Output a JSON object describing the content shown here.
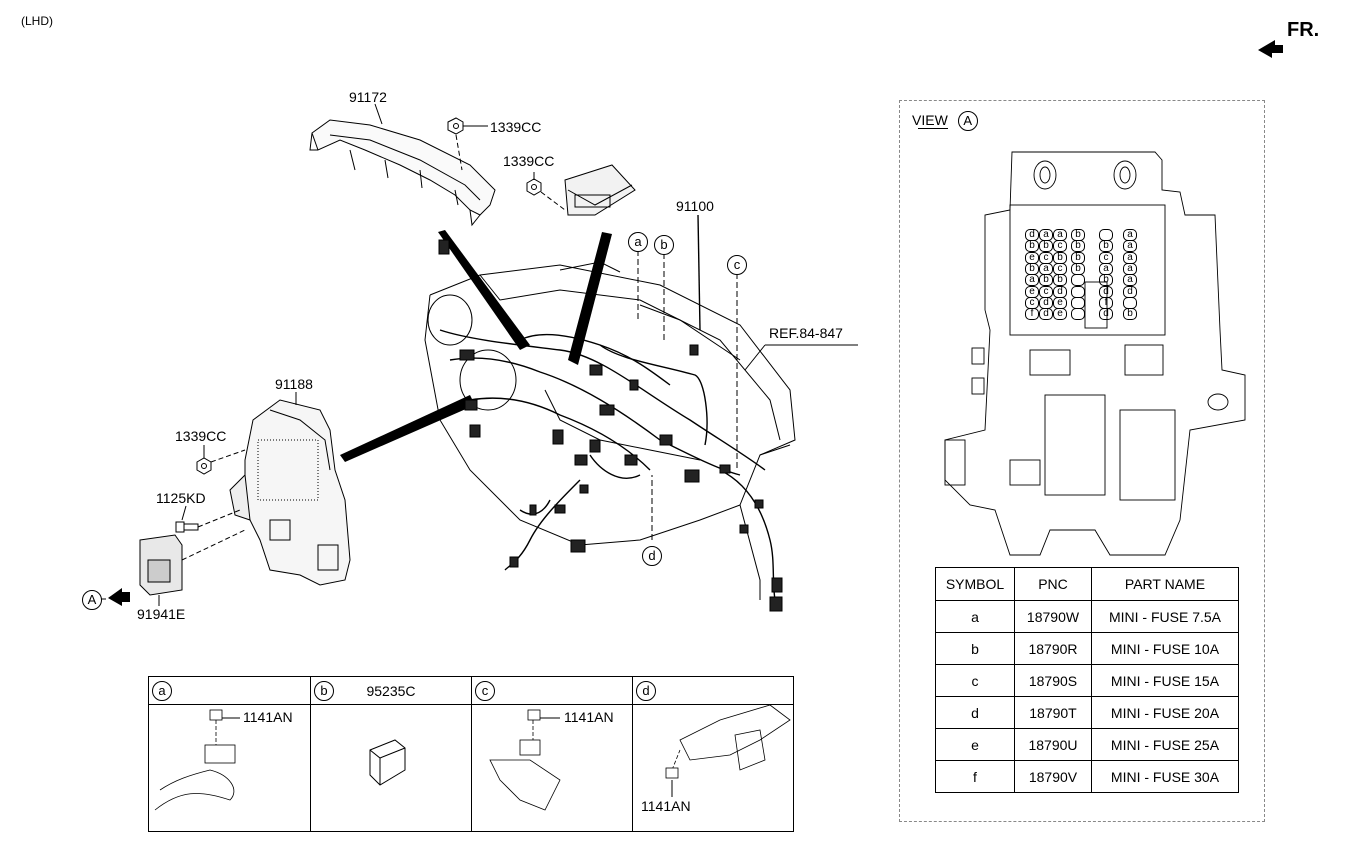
{
  "header": {
    "variant": "(LHD)",
    "direction": "FR."
  },
  "callouts": {
    "p91172": "91172",
    "p1339cc_top": "1339CC",
    "p1339cc_mid": "1339CC",
    "p91100": "91100",
    "ref": "REF.84-847",
    "p91188": "91188",
    "p1339cc_left": "1339CC",
    "p1125kd": "1125KD",
    "p91941e": "91941E",
    "view_marker": "A",
    "circle_a": "a",
    "circle_b": "b",
    "circle_c": "c",
    "circle_d": "d"
  },
  "view_panel": {
    "title": "VIEW",
    "marker": "A",
    "fuse_rows": [
      [
        "d",
        "a",
        "a",
        "b",
        "",
        "a"
      ],
      [
        "b",
        "b",
        "c",
        "b",
        "b",
        "a"
      ],
      [
        "e",
        "c",
        "b",
        "b",
        "c",
        "a"
      ],
      [
        "b",
        "a",
        "c",
        "b",
        "a",
        "a"
      ],
      [
        "a",
        "b",
        "b",
        "",
        "b",
        "a"
      ],
      [
        "e",
        "c",
        "d",
        "",
        "d",
        "d"
      ],
      [
        "c",
        "d",
        "e",
        "",
        "f",
        ""
      ],
      [
        "f",
        "d",
        "e",
        "",
        "d",
        "b"
      ]
    ],
    "table": {
      "headers": [
        "SYMBOL",
        "PNC",
        "PART NAME"
      ],
      "rows": [
        [
          "a",
          "18790W",
          "MINI - FUSE 7.5A"
        ],
        [
          "b",
          "18790R",
          "MINI - FUSE 10A"
        ],
        [
          "c",
          "18790S",
          "MINI - FUSE 15A"
        ],
        [
          "d",
          "18790T",
          "MINI - FUSE 20A"
        ],
        [
          "e",
          "18790U",
          "MINI - FUSE 25A"
        ],
        [
          "f",
          "18790V",
          "MINI - FUSE 30A"
        ]
      ]
    }
  },
  "detail_table": {
    "cells": [
      {
        "marker": "a",
        "title": "",
        "part": "1141AN"
      },
      {
        "marker": "b",
        "title": "95235C",
        "part": ""
      },
      {
        "marker": "c",
        "title": "",
        "part": "1141AN"
      },
      {
        "marker": "d",
        "title": "",
        "part": "1141AN"
      }
    ]
  }
}
